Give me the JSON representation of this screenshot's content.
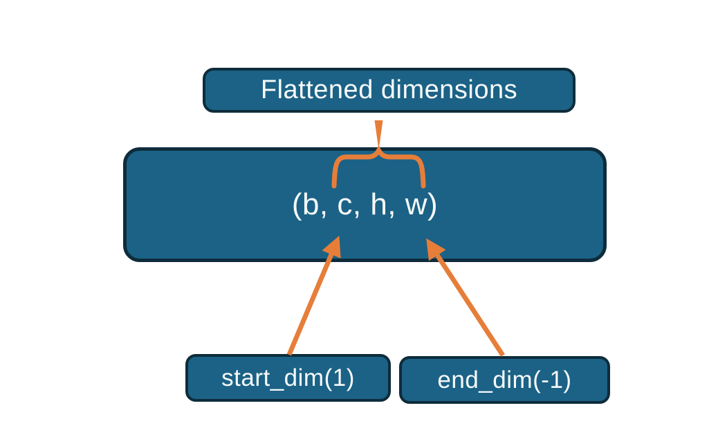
{
  "diagram": {
    "title_semantics": "tensor flatten dimensions diagram",
    "top_box": {
      "label": "Flattened dimensions"
    },
    "main_box": {
      "label": "(b, c, h, w)"
    },
    "start_box": {
      "label": "start_dim(1)"
    },
    "end_box": {
      "label": "end_dim(-1)"
    }
  },
  "colors": {
    "background": "#ffffff",
    "box_fill": "#1b6286",
    "box_border": "#0e2c3b",
    "text": "#f7fafa",
    "accent_orange": "#e67e3a"
  }
}
